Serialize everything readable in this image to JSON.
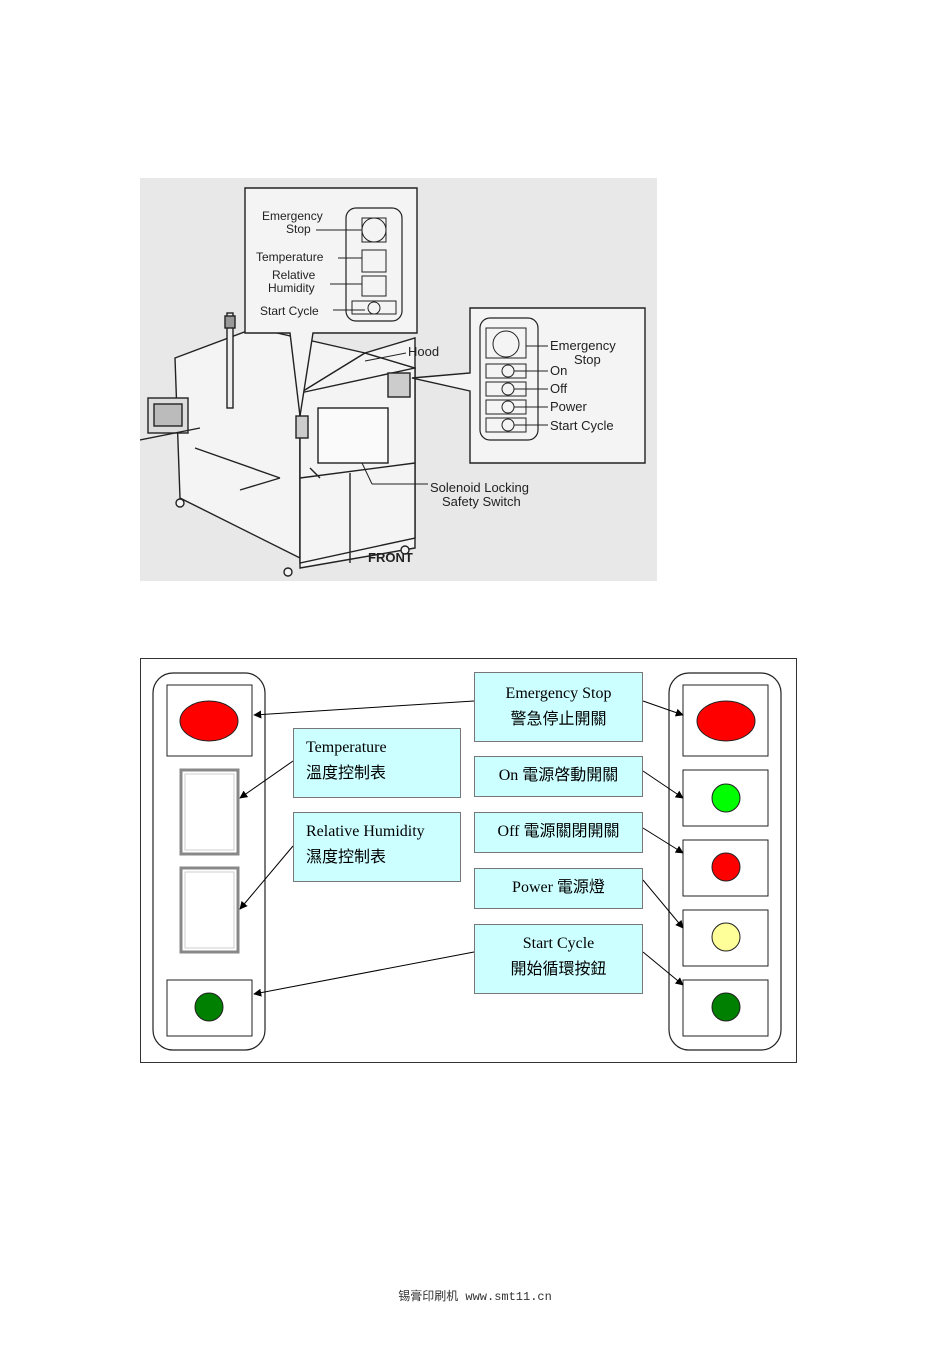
{
  "photo": {
    "callouts": {
      "emergency_stop": "Emergency Stop",
      "temperature": "Temperature",
      "relative_humidity": "Relative Humidity",
      "start_cycle": "Start Cycle",
      "hood": "Hood",
      "right_emergency_stop": "Emergency Stop",
      "on": "On",
      "off": "Off",
      "power": "Power",
      "right_start_cycle": "Start Cycle",
      "solenoid": "Solenoid Locking Safety Switch",
      "front": "FRONT"
    }
  },
  "panel": {
    "labels": {
      "emergency_stop": {
        "en": "Emergency Stop",
        "zh": "警急停止開關"
      },
      "temperature": {
        "en": "Temperature",
        "zh": "溫度控制表"
      },
      "relative_humidity": {
        "en": "Relative Humidity",
        "zh": "濕度控制表"
      },
      "on": {
        "en": "On 電源啓動開關"
      },
      "off": {
        "en": "Off 電源關閉開關"
      },
      "power": {
        "en": "Power 電源燈"
      },
      "start_cycle": {
        "en": "Start Cycle",
        "zh": "開始循環按鈕"
      }
    },
    "colors": {
      "emergency": "#ff0000",
      "on": "#00ff00",
      "off": "#ff0000",
      "power": "#ffff99",
      "start": "#008000"
    }
  },
  "footer": "锡膏印刷机 www.smt11.cn"
}
